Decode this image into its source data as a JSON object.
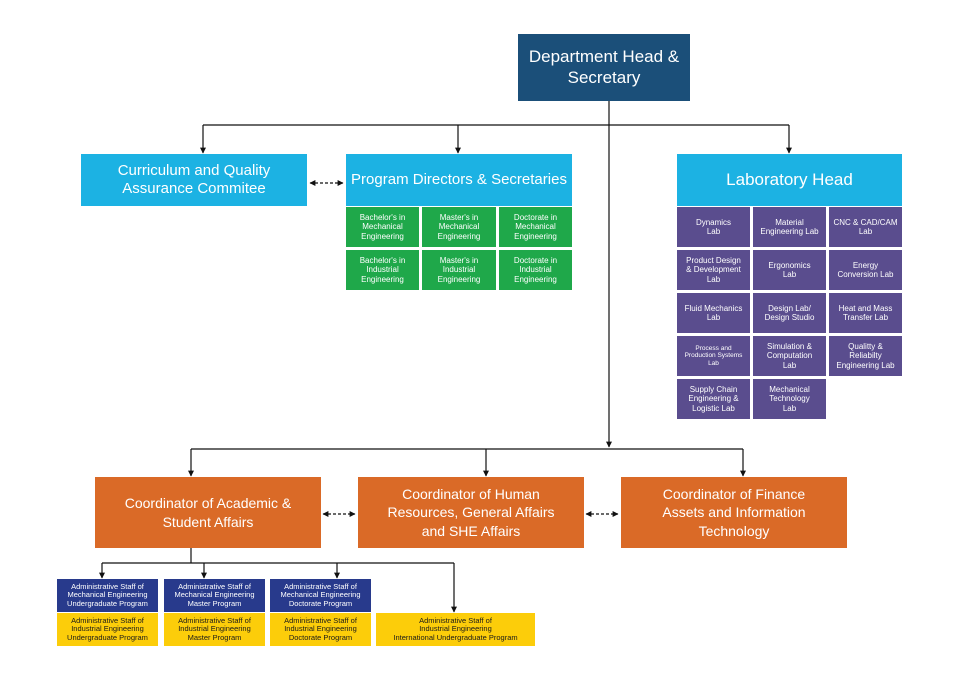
{
  "head": "Department Head &\nSecretary",
  "curriculum": "Curriculum and Quality\nAssurance Commitee",
  "program_directors": "Program Directors & Secretaries",
  "laboratory_head": "Laboratory Head",
  "programs": [
    "Bachelor's in\nMechanical\nEngineering",
    "Master's in\nMechanical\nEngineering",
    "Doctorate in\nMechanical\nEngineering",
    "Bachelor's in\nIndustrial\nEngineering",
    "Master's in\nIndustrial\nEngineering",
    "Doctorate in\nIndustrial\nEngineering"
  ],
  "labs": [
    "Dynamics\nLab",
    "Material\nEngineering Lab",
    "CNC & CAD/CAM\nLab",
    "Product Design\n& Development\nLab",
    "Ergonomics\nLab",
    "Energy\nConversion Lab",
    "Fluid Mechanics\nLab",
    "Design Lab/\nDesign Studio",
    "Heat and Mass\nTransfer Lab",
    "Process and\nProduction Systems\nLab",
    "Simulation &\nComputation\nLab",
    "Qualitty &\nReliabilty\nEngineering Lab",
    "Supply Chain\nEngineering &\nLogistic Lab",
    "Mechanical\nTechnology\nLab"
  ],
  "coordinators": [
    "Coordinator of Academic &\nStudent Affairs",
    "Coordinator of Human\nResources, General Affairs\nand SHE Affairs",
    "Coordinator of Finance\nAssets and Information\nTechnology"
  ],
  "admin_mechanical": [
    "Administrative Staff of\nMechanical Engineering\nUndergraduate Program",
    "Administrative Staff of\nMechanical Engineering\nMaster Program",
    "Administrative Staff of\nMechanical Engineering\nDoctorate Program"
  ],
  "admin_industrial": [
    "Administrative Staff of\nIndustrial Engineering\nUndergraduate Program",
    "Administrative Staff of\nIndustrial Engineering\nMaster Program",
    "Administrative Staff of\nIndustrial Engineering\nDoctorate Program",
    "Administrative Staff of\nIndustrial Engineering\nInternational Undergraduate Program"
  ],
  "colors": {
    "head": "#1b4f79",
    "committee": "#1cb2e3",
    "program": "#1fa84a",
    "lab": "#5a4d8e",
    "coordinator": "#da6a27",
    "admin_mechanical": "#283a8c",
    "admin_industrial": "#fccd0a"
  }
}
